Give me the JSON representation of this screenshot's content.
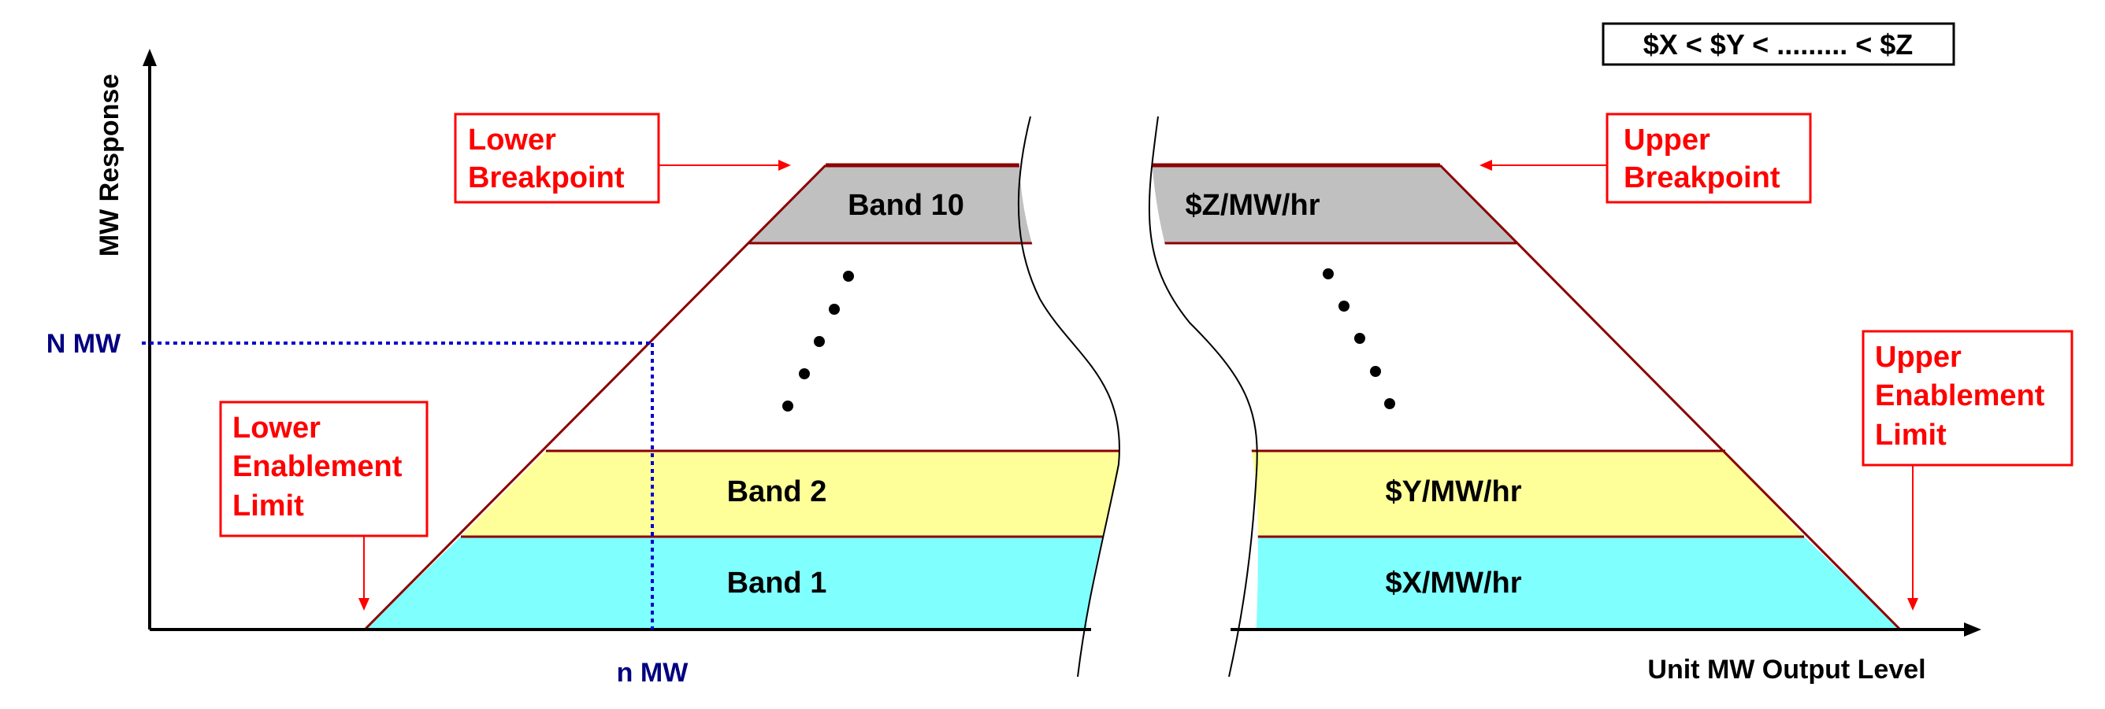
{
  "axes": {
    "y_label": "MW Response",
    "x_label": "Unit MW Output Level"
  },
  "markers": {
    "y_value": "N MW",
    "x_value": "n MW"
  },
  "legend": "$X < $Y < ......... < $Z",
  "bands": {
    "left": {
      "top": "Band 10",
      "middle": "Band 2",
      "bottom": "Band 1"
    },
    "right": {
      "top": "$Z/MW/hr",
      "middle": "$Y/MW/hr",
      "bottom": "$X/MW/hr"
    }
  },
  "callouts": {
    "lower_breakpoint": [
      "Lower",
      "Breakpoint"
    ],
    "upper_breakpoint": [
      "Upper",
      "Breakpoint"
    ],
    "lower_enablement": [
      "Lower",
      "Enablement",
      "Limit"
    ],
    "upper_enablement": [
      "Upper",
      "Enablement",
      "Limit"
    ]
  },
  "colors": {
    "band_1": "#80ffff",
    "band_2": "#ffff99",
    "band_10": "#c0c0c0",
    "trapezoid_edge": "#8b0000",
    "callout": "#ff0000",
    "marker": "#0000cc"
  }
}
